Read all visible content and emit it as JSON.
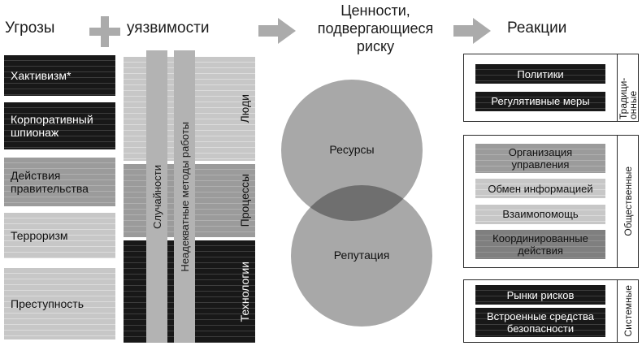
{
  "header": {
    "threats_title": "Угрозы",
    "vulnerabilities_title": "уязвимости",
    "values_title": "Ценности, подвергающиеся риску",
    "reactions_title": "Реакции"
  },
  "palette": {
    "black_box": "#181818",
    "dark_box": "#7f7f7f",
    "medium_box": "#9b9b9b",
    "light_box": "#c7c7c7",
    "bar": "#b3b3b3",
    "circle": "#a8a8a8",
    "arrow": "#ababab"
  },
  "threats": {
    "items": [
      {
        "label": "Хактивизм*",
        "tone": "black"
      },
      {
        "label": "Корпоративный шпионаж",
        "tone": "black"
      },
      {
        "label": "Действия правительства",
        "tone": "medium"
      },
      {
        "label": "Терроризм",
        "tone": "light"
      },
      {
        "label": "Преступность",
        "tone": "light"
      }
    ]
  },
  "vulnerabilities": {
    "layers": [
      {
        "label": "Люди",
        "tone": "light"
      },
      {
        "label": "Процессы",
        "tone": "medium"
      },
      {
        "label": "Технологии",
        "tone": "black"
      }
    ],
    "bars": [
      {
        "label": "Случайности"
      },
      {
        "label": "Неадекватные методы работы"
      }
    ]
  },
  "values_at_risk": {
    "circles": [
      {
        "label": "Ресурсы"
      },
      {
        "label": "Репутация"
      }
    ]
  },
  "reactions": {
    "groups": [
      {
        "label": "Традици-онные",
        "items": [
          {
            "label": "Политики",
            "tone": "black"
          },
          {
            "label": "Регулятивные меры",
            "tone": "black"
          }
        ]
      },
      {
        "label": "Общественные",
        "items": [
          {
            "label": "Организация управления",
            "tone": "medium"
          },
          {
            "label": "Обмен информацией",
            "tone": "light"
          },
          {
            "label": "Взаимопомощь",
            "tone": "light"
          },
          {
            "label": "Координированные действия",
            "tone": "dark"
          }
        ]
      },
      {
        "label": "Системные",
        "items": [
          {
            "label": "Рынки рисков",
            "tone": "black"
          },
          {
            "label": "Встроенные средства безопасности",
            "tone": "black"
          }
        ]
      }
    ]
  }
}
